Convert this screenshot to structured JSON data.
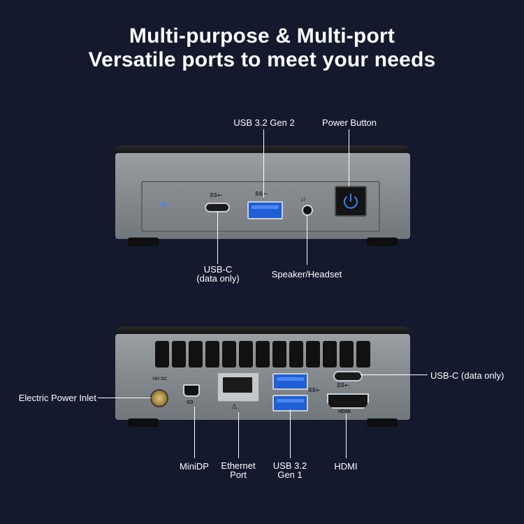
{
  "title": {
    "line1": "Multi-purpose & Multi-port",
    "line2": "Versatile ports to meet your needs"
  },
  "front": {
    "labels": {
      "usb32gen2": "USB 3.2 Gen 2",
      "power_button": "Power Button",
      "usbc_line1": "USB-C",
      "usbc_line2": "(data only)",
      "speaker": "Speaker/Headset"
    },
    "port_marks": {
      "ss5": "SS⇠",
      "ss10": "SS⇠",
      "headset": "🎧"
    }
  },
  "rear": {
    "labels": {
      "power_inlet": "Electric Power Inlet",
      "usbc_data": "USB-C (data only)",
      "minidp": "MiniDP",
      "ethernet_line1": "Ethernet",
      "ethernet_line2": "Port",
      "usb32gen1_line1": "USB 3.2",
      "usb32gen1_line2": "Gen 1",
      "hdmi": "HDMI"
    },
    "port_marks": {
      "dc": "19V DC",
      "hdmi_logo": "HDMI",
      "ss5": "SS⇠"
    }
  },
  "colors": {
    "background": "#14192e",
    "chassis": "#868b90",
    "usb_blue": "#1f5fd6",
    "power_led": "#3a8bff"
  }
}
